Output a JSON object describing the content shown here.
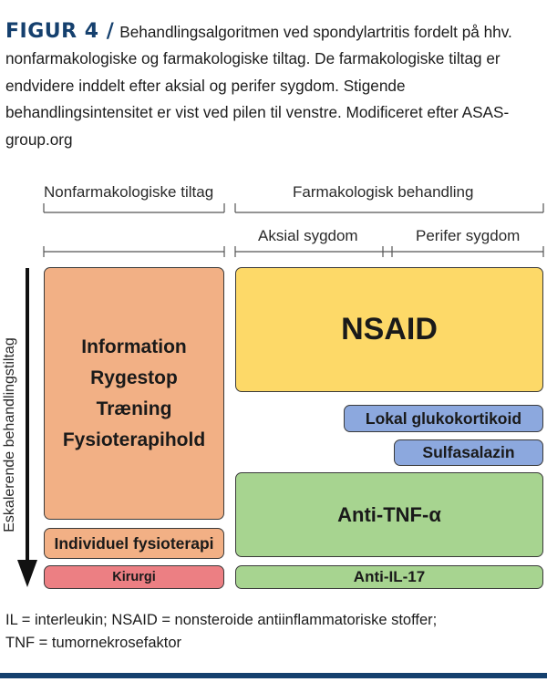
{
  "figure": {
    "label": "FIGUR 4 /",
    "caption": "Behandlingsalgoritmen ved spondylartritis fordelt på hhv. nonfarmakologiske og farmakologiske tiltag. De farmakologiske tiltag er endvidere inddelt efter aksial og perifer sygdom. Stigende behandlingsintensitet er vist ved pilen til venstre. Modificeret efter ASAS-group.org"
  },
  "headers": {
    "nonpharm": "Nonfarmakologiske tiltag",
    "pharm": "Farmakologisk behandling",
    "axial": "Aksial sygdom",
    "peripheral": "Perifer sygdom"
  },
  "axis_label": "Eskalerende behandlingstiltag",
  "boxes": {
    "nonpharm_lines": [
      "Information",
      "Rygestop",
      "Træning",
      "Fysioterapihold"
    ],
    "individual_physio": "Individuel fysioterapi",
    "surgery": "Kirurgi",
    "nsaid": "NSAID",
    "local_gluco": "Lokal glukokortikoid",
    "sulfasalazine": "Sulfasalazin",
    "anti_tnf": "Anti-TNF-α",
    "anti_il17": "Anti-IL-17"
  },
  "footnote": {
    "line1": "IL = interleukin; NSAID = nonsteroide antiinflammatoriske stoffer;",
    "line2": "TNF = tumornekrosefaktor"
  },
  "colors": {
    "orange": "#f2b085",
    "yellow": "#fdd968",
    "blue": "#8ca8de",
    "green": "#a7d490",
    "red": "#ec7f83",
    "navy": "#15406e"
  }
}
